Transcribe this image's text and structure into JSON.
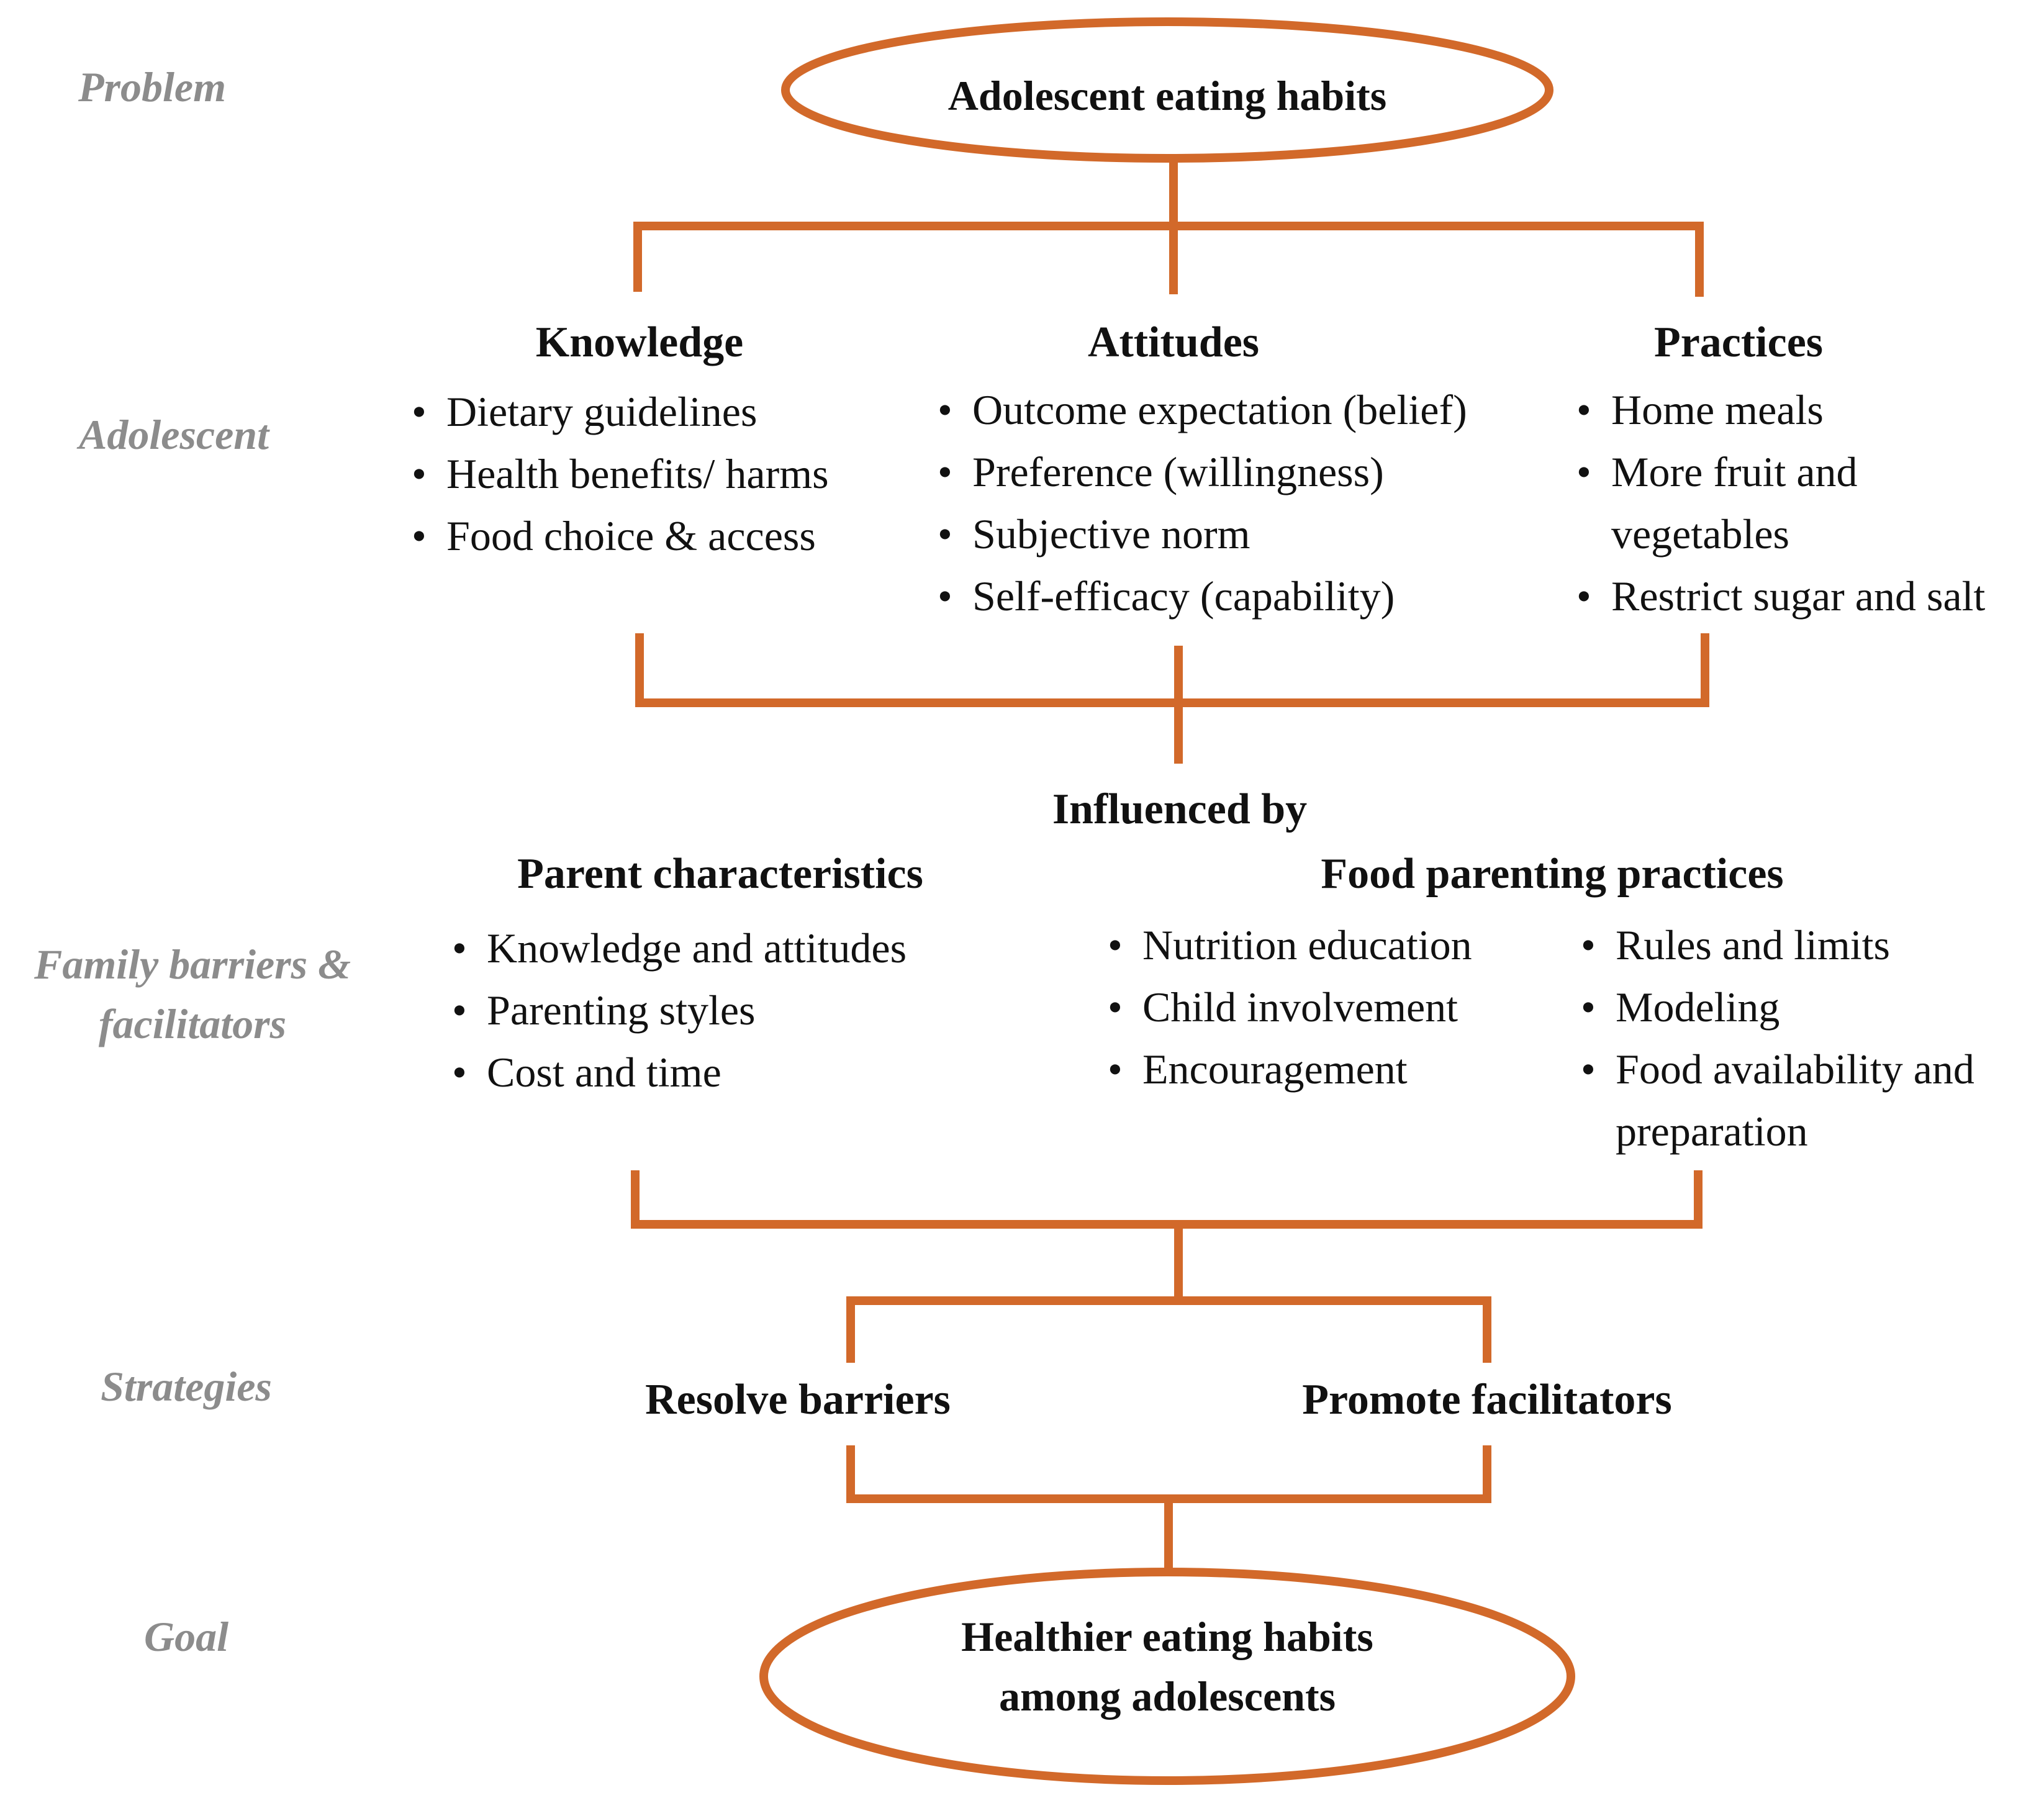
{
  "colors": {
    "accent": "#d2692a",
    "row_label": "#8c8c8c"
  },
  "row_labels": {
    "problem": "Problem",
    "adolescent": "Adolescent",
    "family": "Family barriers &\nfacilitators",
    "strategies": "Strategies",
    "goal": "Goal"
  },
  "problem": {
    "text": "Adolescent eating habits"
  },
  "knowledge": {
    "title": "Knowledge",
    "items": [
      "Dietary guidelines",
      "Health benefits/ harms",
      "Food choice & access"
    ]
  },
  "attitudes": {
    "title": "Attitudes",
    "items": [
      "Outcome expectation (belief)",
      "Preference (willingness)",
      "Subjective norm",
      "Self-efficacy (capability)"
    ]
  },
  "practices": {
    "title": "Practices",
    "items": [
      "Home meals",
      "More fruit and\nvegetables",
      "Restrict sugar and salt"
    ]
  },
  "influenced_by": "Influenced by",
  "parent_characteristics": {
    "title": "Parent characteristics",
    "items": [
      "Knowledge and attitudes",
      "Parenting styles",
      "Cost and time"
    ]
  },
  "food_parenting": {
    "title": "Food parenting practices",
    "left_items": [
      "Nutrition education",
      "Child involvement",
      "Encouragement"
    ],
    "right_items": [
      "Rules and limits",
      "Modeling",
      "Food availability and\npreparation"
    ]
  },
  "strategies": {
    "resolve": "Resolve barriers",
    "promote": "Promote facilitators"
  },
  "goal": {
    "text": "Healthier eating habits\namong adolescents"
  }
}
